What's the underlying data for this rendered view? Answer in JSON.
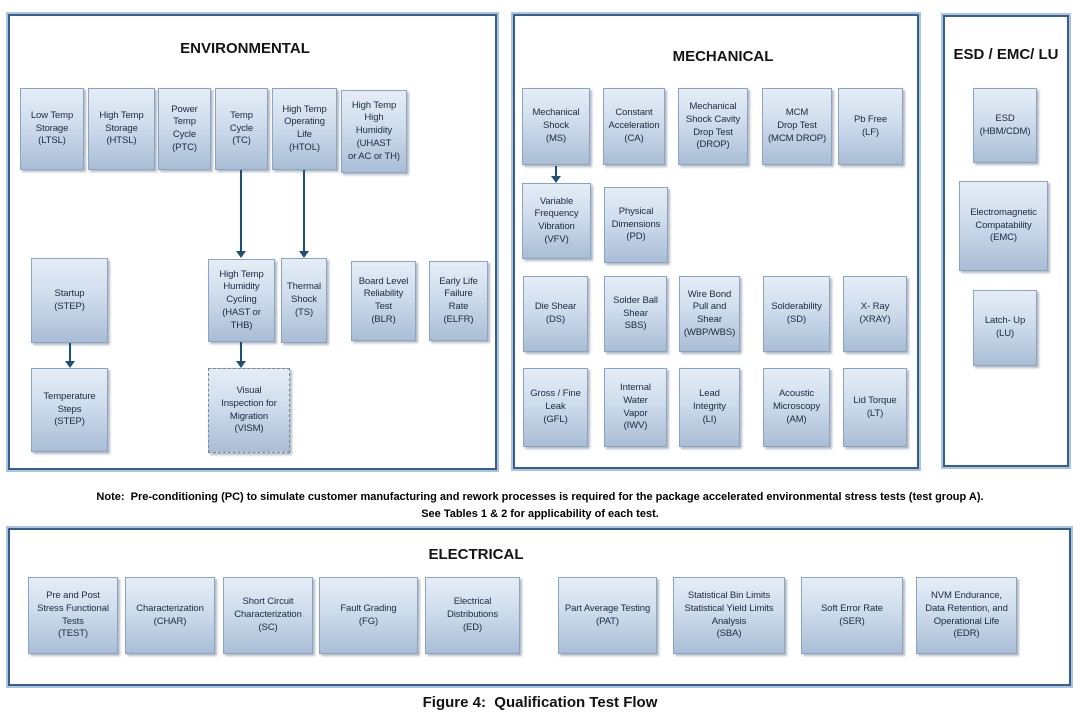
{
  "caption": "Figure 4:  Qualification Test Flow",
  "note": {
    "line1": "Note:  Pre-conditioning (PC) to simulate customer manufacturing and rework processes is required for the package accelerated environmental stress tests (test group A).",
    "line2": "See Tables 1 & 2 for applicability of each test."
  },
  "sections": {
    "environmental": {
      "title": "ENVIRONMENTAL",
      "boxes": [
        {
          "id": "ltsl",
          "label": "Low Temp\nStorage\n(LTSL)"
        },
        {
          "id": "htsl",
          "label": "High Temp\nStorage\n(HTSL)"
        },
        {
          "id": "ptc",
          "label": "Power\nTemp\nCycle\n(PTC)"
        },
        {
          "id": "tc",
          "label": "Temp\nCycle\n(TC)"
        },
        {
          "id": "htol",
          "label": "High Temp\nOperating\nLife\n(HTOL)"
        },
        {
          "id": "uhast",
          "label": "High Temp\nHigh\nHumidity\n(UHAST\nor AC or TH)"
        },
        {
          "id": "startup",
          "label": "Startup\n(STEP)"
        },
        {
          "id": "hast-thb",
          "label": "High Temp\nHumidity\nCycling\n(HAST or\nTHB)"
        },
        {
          "id": "ts",
          "label": "Thermal\nShock\n(TS)"
        },
        {
          "id": "blr",
          "label": "Board Level\nReliability\nTest\n(BLR)"
        },
        {
          "id": "elfr",
          "label": "Early Life\nFailure\nRate\n(ELFR)"
        },
        {
          "id": "temp-steps",
          "label": "Temperature\nSteps\n(STEP)"
        },
        {
          "id": "vism",
          "label": "Visual\nInspection for\nMigration\n(VISM)"
        }
      ]
    },
    "mechanical": {
      "title": "MECHANICAL",
      "boxes": [
        {
          "id": "ms",
          "label": "Mechanical\nShock\n(MS)"
        },
        {
          "id": "ca",
          "label": "Constant\nAcceleration\n(CA)"
        },
        {
          "id": "drop",
          "label": "Mechanical\nShock Cavity\nDrop Test\n(DROP)"
        },
        {
          "id": "mcm-drop",
          "label": "MCM\nDrop Test\n(MCM DROP)"
        },
        {
          "id": "lf",
          "label": "Pb Free\n(LF)"
        },
        {
          "id": "vfv",
          "label": "Variable\nFrequency\nVibration\n(VFV)"
        },
        {
          "id": "pd",
          "label": "Physical\nDimensions\n(PD)"
        },
        {
          "id": "ds",
          "label": "Die Shear\n(DS)"
        },
        {
          "id": "sbs",
          "label": "Solder Ball\nShear\nSBS)"
        },
        {
          "id": "wbp-wbs",
          "label": "Wire Bond\nPull and\nShear\n(WBP/WBS)"
        },
        {
          "id": "sd",
          "label": "Solderability\n(SD)"
        },
        {
          "id": "xray",
          "label": "X- Ray\n(XRAY)"
        },
        {
          "id": "gfl",
          "label": "Gross / Fine\nLeak\n(GFL)"
        },
        {
          "id": "iwv",
          "label": "Internal\nWater\nVapor\n(IWV)"
        },
        {
          "id": "li",
          "label": "Lead\nIntegrity\n(LI)"
        },
        {
          "id": "am",
          "label": "Acoustic\nMicroscopy\n(AM)"
        },
        {
          "id": "lt",
          "label": "Lid Torque\n(LT)"
        }
      ]
    },
    "esd_emc_lu": {
      "title": "ESD / EMC/ LU",
      "boxes": [
        {
          "id": "esd",
          "label": "ESD\n(HBM/CDM)"
        },
        {
          "id": "emc",
          "label": "Electromagnetic\nCompatability\n(EMC)"
        },
        {
          "id": "lu",
          "label": "Latch- Up\n(LU)"
        }
      ]
    },
    "electrical": {
      "title": "ELECTRICAL",
      "boxes": [
        {
          "id": "test",
          "label": "Pre and Post\nStress Functional\nTests\n(TEST)"
        },
        {
          "id": "char",
          "label": "Characterization\n(CHAR)"
        },
        {
          "id": "sc",
          "label": "Short Circuit\nCharacterization\n(SC)"
        },
        {
          "id": "fg",
          "label": "Fault Grading\n(FG)"
        },
        {
          "id": "ed",
          "label": "Electrical\nDistributions\n(ED)"
        },
        {
          "id": "pat",
          "label": "Part Average Testing\n(PAT)"
        },
        {
          "id": "sba",
          "label": "Statistical Bin Limits\nStatistical Yield Limits\nAnalysis\n(SBA)"
        },
        {
          "id": "ser",
          "label": "Soft Error Rate\n(SER)"
        },
        {
          "id": "edr",
          "label": "NVM Endurance,\nData Retention, and\nOperational Life\n(EDR)"
        }
      ]
    }
  },
  "connectors": [
    {
      "from": "tc",
      "to": "hast-thb"
    },
    {
      "from": "htol",
      "to": "ts"
    },
    {
      "from": "startup",
      "to": "temp-steps"
    },
    {
      "from": "hast-thb",
      "to": "vism"
    },
    {
      "from": "ms",
      "to": "vfv"
    }
  ],
  "colors": {
    "box_fill_top": "#e5edf6",
    "box_fill_bottom": "#a9bdd5",
    "box_border": "#8aa4c4",
    "panel_border_dark": "#365f91",
    "panel_border_light": "#aec3de",
    "arrow": "#1f4e79",
    "text": "#1c2940"
  }
}
